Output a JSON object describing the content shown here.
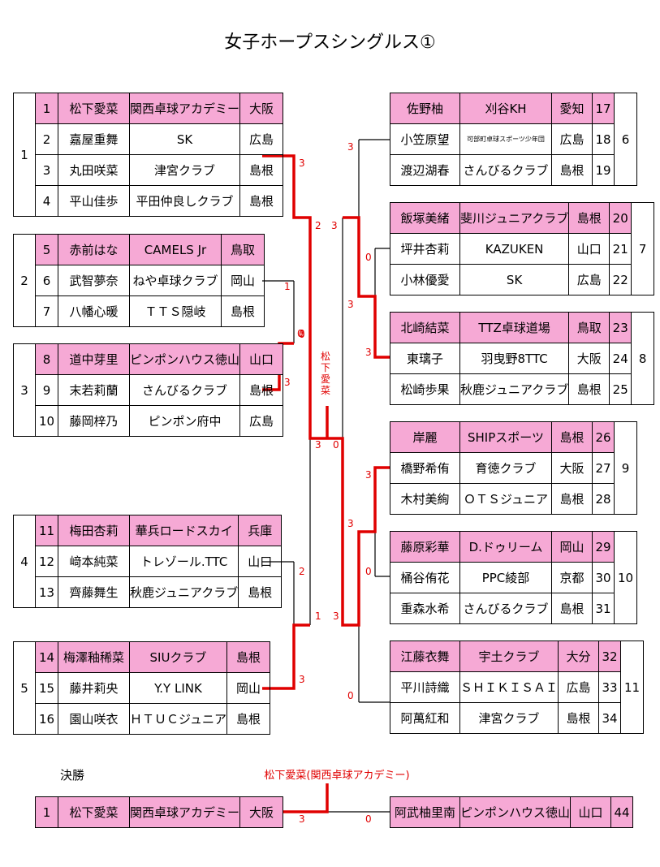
{
  "title": "女子ホープスシングルス①",
  "final_label": "決勝",
  "vertical_winner_chars": [
    "松",
    "下",
    "愛",
    "菜"
  ],
  "champion": "松下愛菜(関西卓球アカデミー)",
  "colors": {
    "seed_fill": "#f6a9d5",
    "winner_line": "#e00000"
  },
  "left_groups": [
    {
      "group": "1",
      "players": [
        {
          "no": "1",
          "name": "松下愛菜",
          "club": "関西卓球アカデミー",
          "pref": "大阪",
          "seed": true
        },
        {
          "no": "2",
          "name": "嘉屋重舞",
          "club": "SK",
          "pref": "広島"
        },
        {
          "no": "3",
          "name": "丸田咲菜",
          "club": "津宮クラブ",
          "pref": "島根"
        },
        {
          "no": "4",
          "name": "平山佳歩",
          "club": "平田仲良しクラブ",
          "pref": "島根"
        }
      ]
    },
    {
      "group": "2",
      "players": [
        {
          "no": "5",
          "name": "赤前はな",
          "club": "CAMELS Jr",
          "pref": "鳥取",
          "seed": true
        },
        {
          "no": "6",
          "name": "武智夢奈",
          "club": "ねや卓球クラブ",
          "pref": "岡山"
        },
        {
          "no": "7",
          "name": "八幡心暖",
          "club": "ＴＴＳ隠岐",
          "pref": "島根"
        }
      ]
    },
    {
      "group": "3",
      "players": [
        {
          "no": "8",
          "name": "道中芽里",
          "club": "ピンポンハウス徳山",
          "pref": "山口",
          "seed": true
        },
        {
          "no": "9",
          "name": "末若莉蘭",
          "club": "さんびるクラブ",
          "pref": "島根"
        },
        {
          "no": "10",
          "name": "藤岡梓乃",
          "club": "ピンポン府中",
          "pref": "広島"
        }
      ]
    },
    {
      "group": "4",
      "players": [
        {
          "no": "11",
          "name": "梅田杏莉",
          "club": "華兵ロードスカイ",
          "pref": "兵庫",
          "seed": true
        },
        {
          "no": "12",
          "name": "﨑本純菜",
          "club": "トレゾール.TTC",
          "pref": "山口"
        },
        {
          "no": "13",
          "name": "齊藤舞生",
          "club": "秋鹿ジュニアクラブ",
          "pref": "島根"
        }
      ]
    },
    {
      "group": "5",
      "players": [
        {
          "no": "14",
          "name": "梅澤釉稀菜",
          "club": "SIUクラブ",
          "pref": "島根",
          "seed": true
        },
        {
          "no": "15",
          "name": "藤井莉央",
          "club": "Y.Y LINK",
          "pref": "岡山"
        },
        {
          "no": "16",
          "name": "園山咲衣",
          "club": "ＨＴＵＣジュニア",
          "pref": "島根"
        }
      ]
    }
  ],
  "right_groups": [
    {
      "group": "6",
      "players": [
        {
          "no": "17",
          "name": "佐野柚",
          "club": "刈谷KH",
          "pref": "愛知",
          "seed": true
        },
        {
          "no": "18",
          "name": "小笠原望",
          "club": "可部町卓球スポーツ少年団",
          "pref": "広島"
        },
        {
          "no": "19",
          "name": "渡辺湖春",
          "club": "さんびるクラブ",
          "pref": "島根"
        }
      ]
    },
    {
      "group": "7",
      "players": [
        {
          "no": "20",
          "name": "飯塚美緒",
          "club": "斐川ジュニアクラブ",
          "pref": "島根",
          "seed": true
        },
        {
          "no": "21",
          "name": "坪井杏莉",
          "club": "KAZUKEN",
          "pref": "山口"
        },
        {
          "no": "22",
          "name": "小林優愛",
          "club": "SK",
          "pref": "広島"
        }
      ]
    },
    {
      "group": "8",
      "players": [
        {
          "no": "23",
          "name": "北崎結菜",
          "club": "TTZ卓球道場",
          "pref": "鳥取",
          "seed": true
        },
        {
          "no": "24",
          "name": "東璃子",
          "club": "羽曳野8TTC",
          "pref": "大阪"
        },
        {
          "no": "25",
          "name": "松崎歩果",
          "club": "秋鹿ジュニアクラブ",
          "pref": "島根"
        }
      ]
    },
    {
      "group": "9",
      "players": [
        {
          "no": "26",
          "name": "岸麗",
          "club": "SHIPスポーツ",
          "pref": "島根",
          "seed": true
        },
        {
          "no": "27",
          "name": "橋野希侑",
          "club": "育徳クラブ",
          "pref": "大阪"
        },
        {
          "no": "28",
          "name": "木村美絢",
          "club": "ＯＴＳジュニア",
          "pref": "島根"
        }
      ]
    },
    {
      "group": "10",
      "players": [
        {
          "no": "29",
          "name": "藤原彩華",
          "club": "D.ドゥリーム",
          "pref": "岡山",
          "seed": true
        },
        {
          "no": "30",
          "name": "桶谷侑花",
          "club": "PPC綾部",
          "pref": "京都"
        },
        {
          "no": "31",
          "name": "重森水希",
          "club": "さんびるクラブ",
          "pref": "島根"
        }
      ]
    },
    {
      "group": "11",
      "players": [
        {
          "no": "32",
          "name": "江藤衣舞",
          "club": "宇土クラブ",
          "pref": "大分",
          "seed": true
        },
        {
          "no": "33",
          "name": "平川詩織",
          "club": "ＳＨＩＫＩＳＡＩ",
          "pref": "広島"
        },
        {
          "no": "34",
          "name": "阿萬紅和",
          "club": "津宮クラブ",
          "pref": "島根"
        }
      ]
    }
  ],
  "final": {
    "left": {
      "no": "1",
      "name": "松下愛菜",
      "club": "関西卓球アカデミー",
      "pref": "大阪"
    },
    "right": {
      "no": "44",
      "name": "阿武柚里南",
      "club": "ピンポンハウス徳山",
      "pref": "山口"
    }
  },
  "scores": [
    "3",
    "3",
    "2",
    "0",
    "1",
    "0",
    "3",
    "3",
    "0",
    "3",
    "3",
    "3",
    "0",
    "3",
    "3",
    "3",
    "0",
    "0",
    "2",
    "1",
    "3",
    "3",
    "3",
    "0"
  ]
}
